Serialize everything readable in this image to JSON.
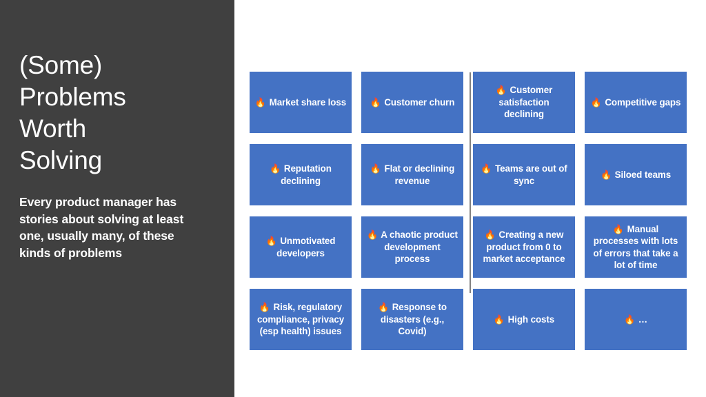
{
  "slide": {
    "title": "(Some)\nProblems\nWorth\nSolving",
    "subtitle": "Every product manager has stories about solving at least one, usually many, of these kinds of problems",
    "colors": {
      "panel_background": "#404040",
      "slide_background": "#ffffff",
      "card_background": "#4472C4",
      "card_text": "#ffffff",
      "divider": "#808080"
    },
    "icon": "fire-icon",
    "icon_glyph": "🔥",
    "cards": [
      {
        "label": "Market share loss"
      },
      {
        "label": "Customer churn"
      },
      {
        "label": "Customer satisfaction declining"
      },
      {
        "label": "Competitive gaps"
      },
      {
        "label": "Reputation declining"
      },
      {
        "label": "Flat or declining revenue"
      },
      {
        "label": "Teams are out of sync"
      },
      {
        "label": "Siloed teams"
      },
      {
        "label": "Unmotivated developers"
      },
      {
        "label": "A chaotic product development process"
      },
      {
        "label": "Creating a new product from 0 to market acceptance"
      },
      {
        "label": "Manual processes with lots of errors that take a lot of time"
      },
      {
        "label": "Risk, regulatory compliance, privacy (esp health) issues"
      },
      {
        "label": "Response to disasters (e.g., Covid)"
      },
      {
        "label": "High costs"
      },
      {
        "label": "…"
      }
    ]
  }
}
